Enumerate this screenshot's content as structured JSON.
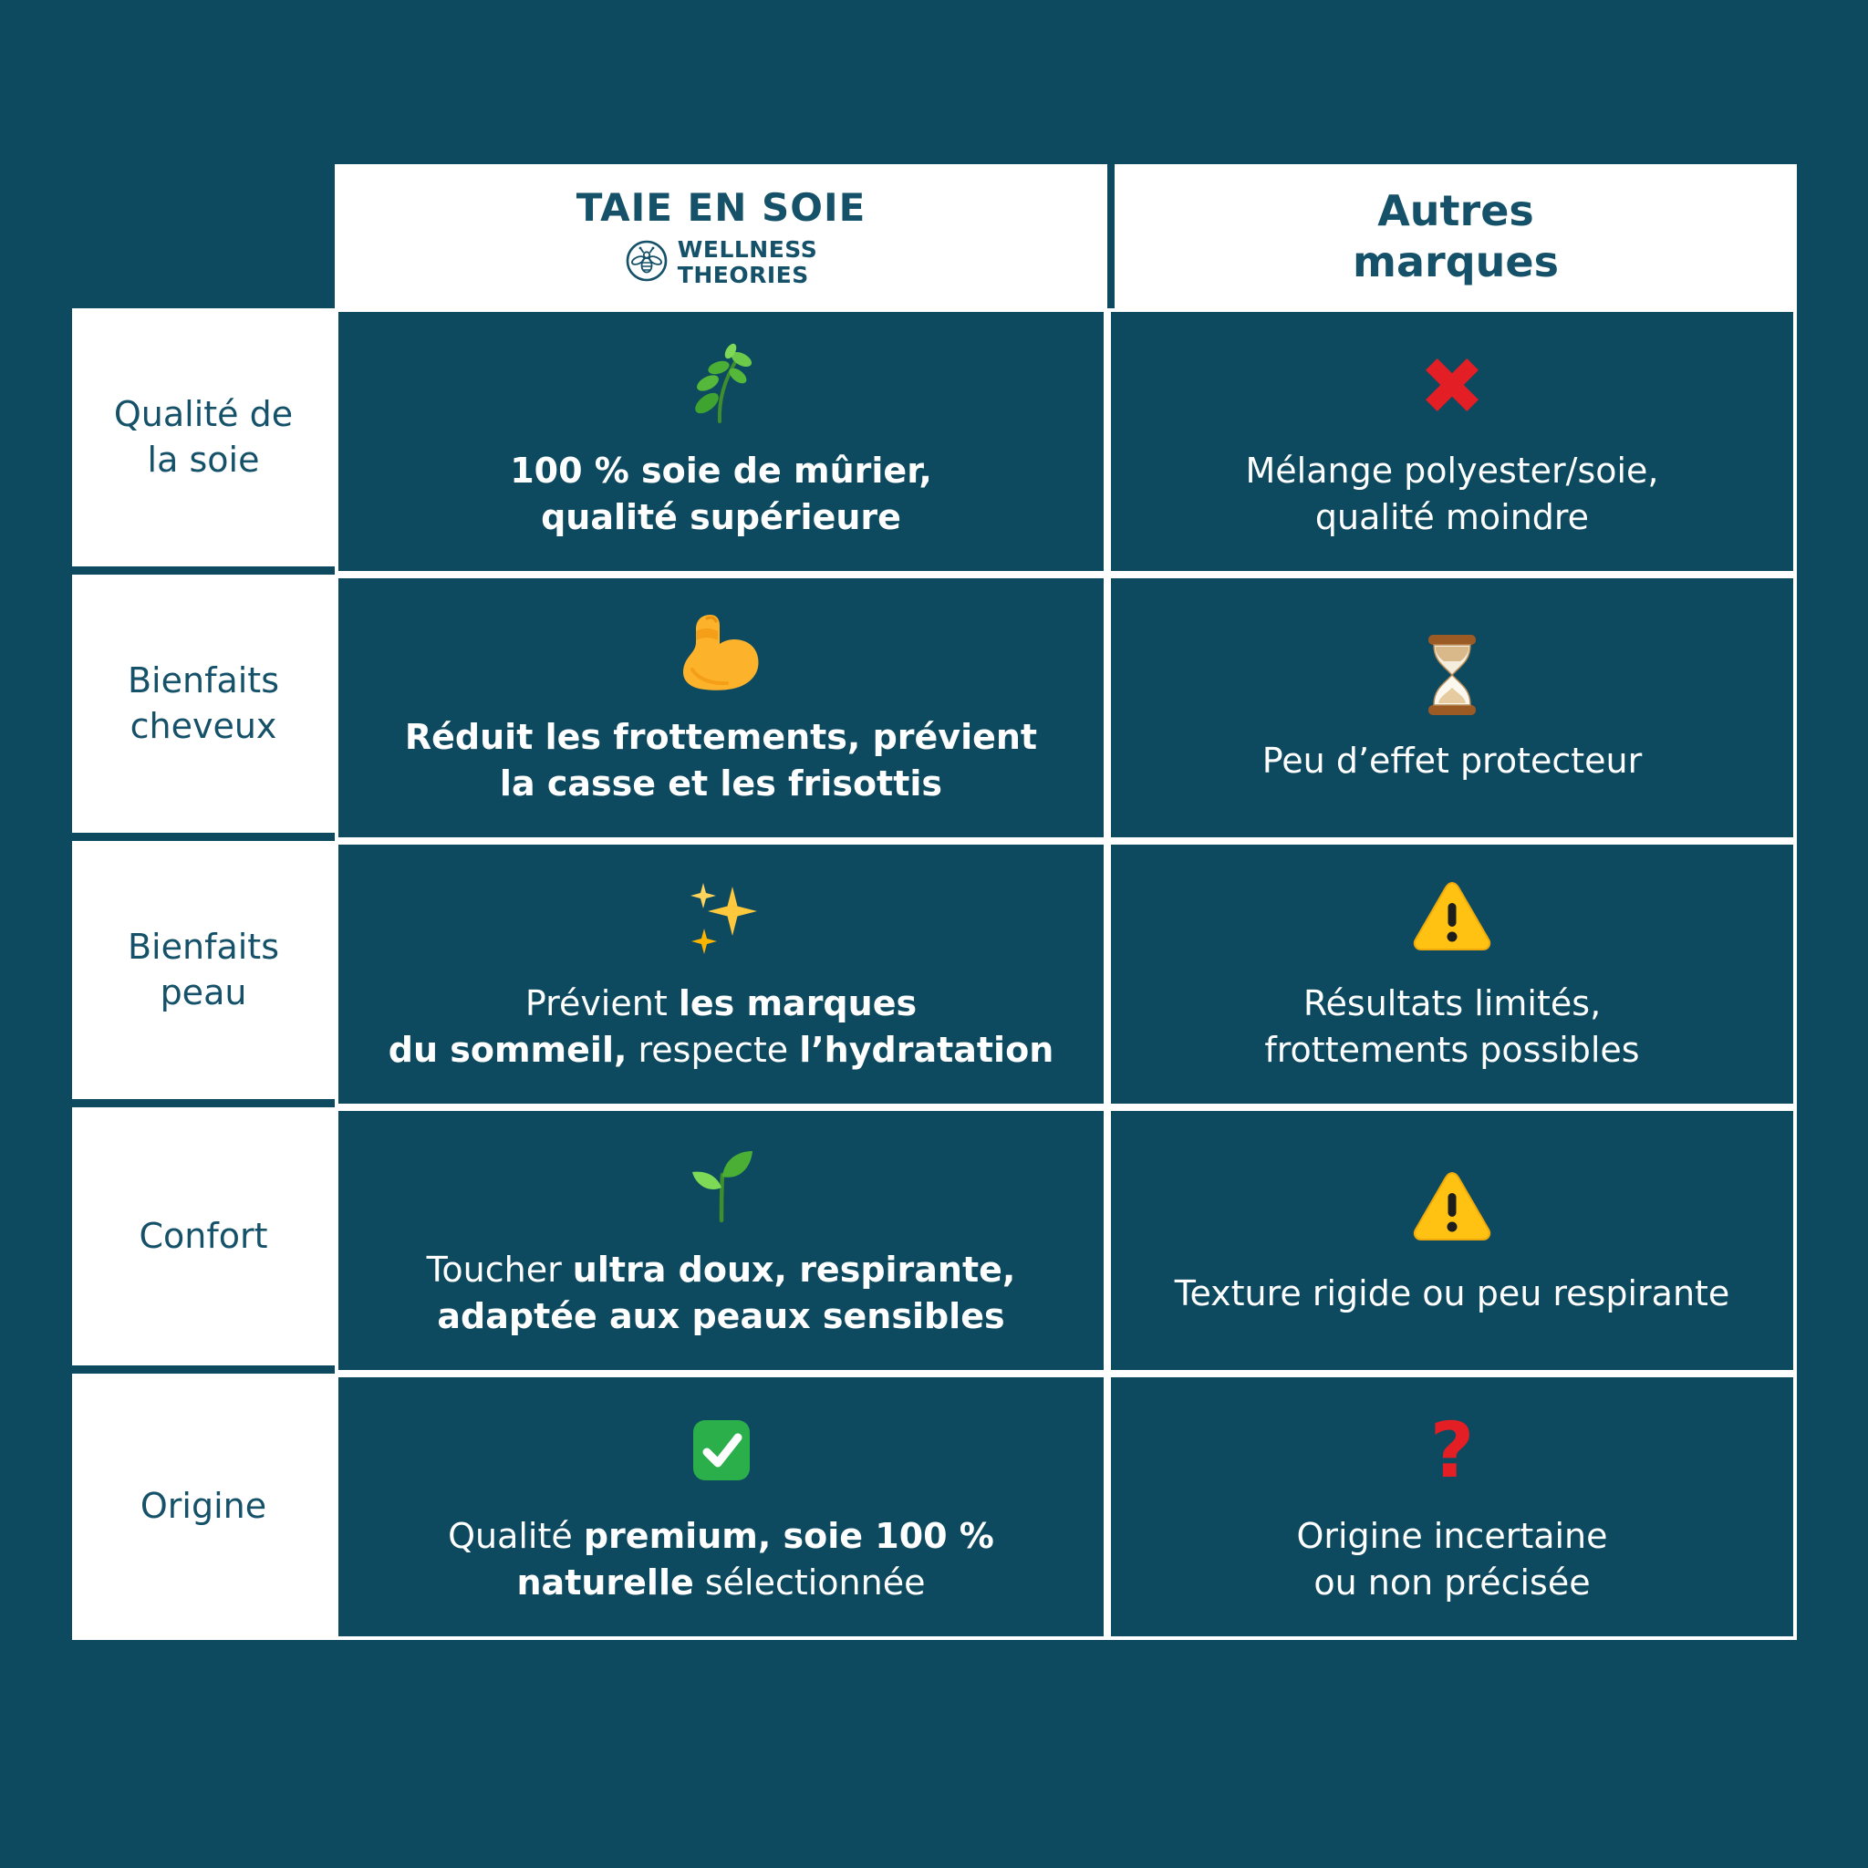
{
  "colors": {
    "background": "#0D4A5F",
    "brand_text": "#155169",
    "cell_text": "#FFFFFF",
    "red": "#E31E24",
    "warning_yellow": "#FFC212",
    "check_green": "#2BAF4A"
  },
  "header": {
    "brand": {
      "title": "TAIE EN SOIE",
      "logo_icon": "bee-logo",
      "name_line1": "WELLNESS",
      "name_line2": "THEORIES"
    },
    "other": {
      "title_line1": "Autres",
      "title_line2": "marques"
    }
  },
  "rows": [
    {
      "label_lines": [
        "Qualité de",
        "la soie"
      ],
      "brand": {
        "icon": "herb",
        "lines": [
          [
            {
              "t": "100 % soie de mûrier,",
              "b": true
            }
          ],
          [
            {
              "t": "qualité supérieure",
              "b": true
            }
          ]
        ]
      },
      "other": {
        "icon": "cross-mark",
        "lines": [
          [
            {
              "t": "Mélange polyester/soie,",
              "b": false
            }
          ],
          [
            {
              "t": "qualité moindre",
              "b": false
            }
          ]
        ]
      }
    },
    {
      "label_lines": [
        "Bienfaits",
        "cheveux"
      ],
      "brand": {
        "icon": "flexed-biceps",
        "lines": [
          [
            {
              "t": "Réduit les frottements, prévient",
              "b": true
            }
          ],
          [
            {
              "t": "la casse et les frisottis",
              "b": true
            }
          ]
        ]
      },
      "other": {
        "icon": "hourglass",
        "lines": [
          [
            {
              "t": "Peu d’effet protecteur",
              "b": false
            }
          ]
        ]
      }
    },
    {
      "label_lines": [
        "Bienfaits",
        "peau"
      ],
      "brand": {
        "icon": "sparkles",
        "lines": [
          [
            {
              "t": "Prévient ",
              "b": false
            },
            {
              "t": "les marques",
              "b": true
            }
          ],
          [
            {
              "t": "du sommeil,",
              "b": true
            },
            {
              "t": " respecte ",
              "b": false
            },
            {
              "t": "l’hydratation",
              "b": true
            }
          ]
        ]
      },
      "other": {
        "icon": "warning",
        "lines": [
          [
            {
              "t": "Résultats limités,",
              "b": false
            }
          ],
          [
            {
              "t": "frottements possibles",
              "b": false
            }
          ]
        ]
      }
    },
    {
      "label_lines": [
        "Confort"
      ],
      "brand": {
        "icon": "seedling",
        "lines": [
          [
            {
              "t": "Toucher ",
              "b": false
            },
            {
              "t": "ultra doux, respirante,",
              "b": true
            }
          ],
          [
            {
              "t": "adaptée aux peaux sensibles",
              "b": true
            }
          ]
        ]
      },
      "other": {
        "icon": "warning",
        "lines": [
          [
            {
              "t": "Texture rigide ou peu respirante",
              "b": false
            }
          ]
        ]
      }
    },
    {
      "label_lines": [
        "Origine"
      ],
      "brand": {
        "icon": "check-mark",
        "lines": [
          [
            {
              "t": "Qualité ",
              "b": false
            },
            {
              "t": "premium, soie 100 %",
              "b": true
            }
          ],
          [
            {
              "t": "naturelle",
              "b": true
            },
            {
              "t": " sélectionnée",
              "b": false
            }
          ]
        ]
      },
      "other": {
        "icon": "red-question",
        "question_glyph": "?",
        "lines": [
          [
            {
              "t": "Origine incertaine",
              "b": false
            }
          ],
          [
            {
              "t": "ou non précisée",
              "b": false
            }
          ]
        ]
      }
    }
  ]
}
